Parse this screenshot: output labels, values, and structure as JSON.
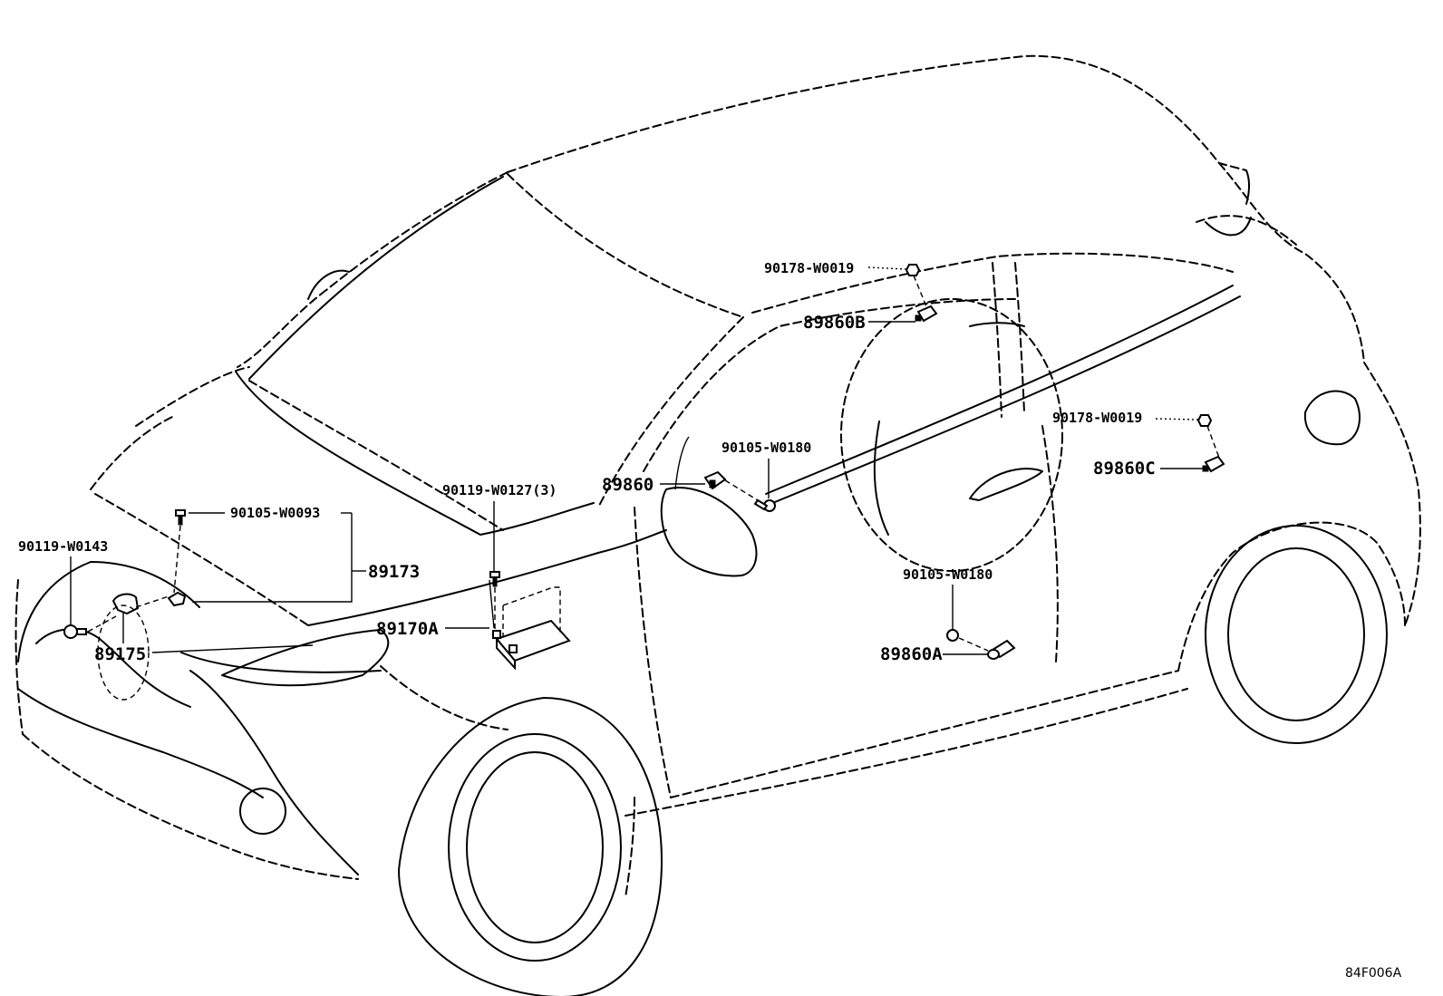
{
  "diagram": {
    "labels": {
      "p90178_w0019_top": "90178-W0019",
      "p89860b": "89860B",
      "p90178_w0019_right": "90178-W0019",
      "p89860c": "89860C",
      "p90105_w0180_mirror": "90105-W0180",
      "p89860": "89860",
      "p90119_w0127": "90119-W0127(3)",
      "p90105_w0093": "90105-W0093",
      "p89173": "89173",
      "p90119_w0143": "90119-W0143",
      "p89170a": "89170A",
      "p89175": "89175",
      "p90105_w0180_door": "90105-W0180",
      "p89860a": "89860A"
    },
    "figure_code": "84F006A"
  }
}
